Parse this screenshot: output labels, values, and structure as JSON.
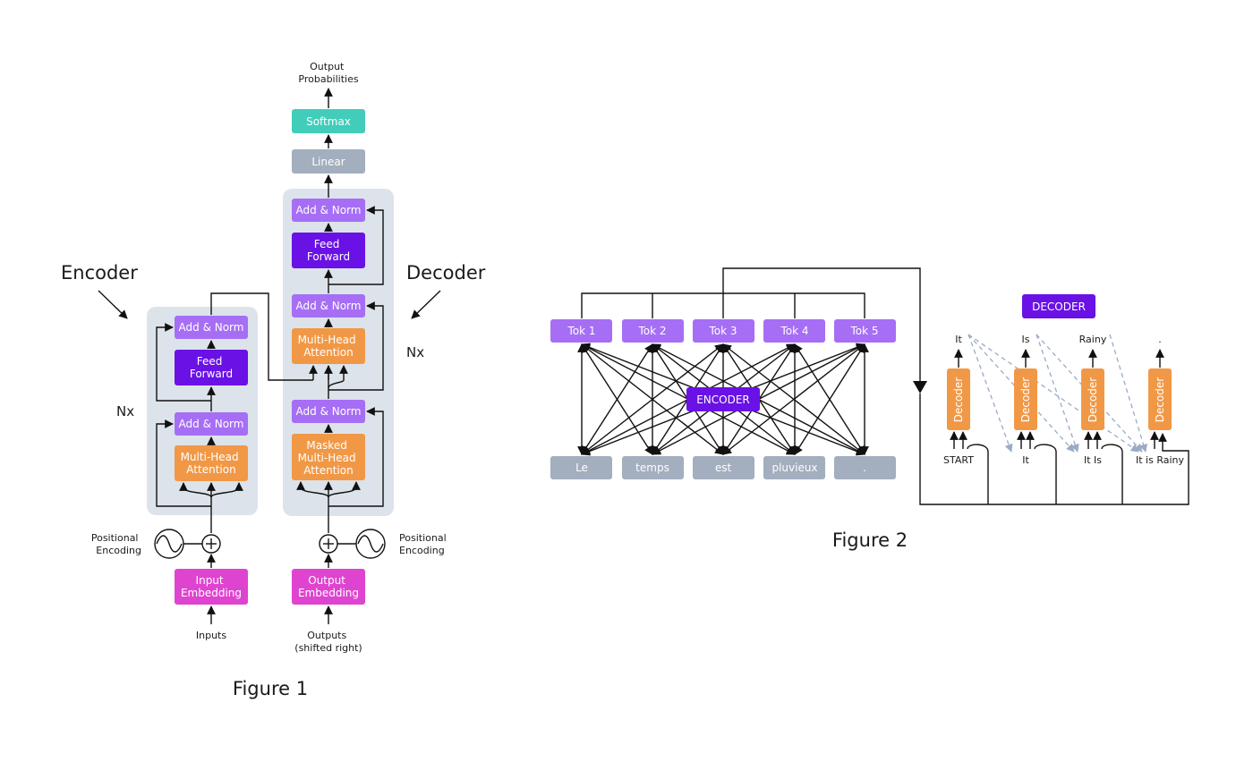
{
  "figure1": {
    "caption": "Figure 1",
    "encoder_label": "Encoder",
    "decoder_label": "Decoder",
    "enc_nx": "Nx",
    "dec_nx": "Nx",
    "output_probabilities": [
      "Output",
      "Probabilities"
    ],
    "softmax": "Softmax",
    "linear": "Linear",
    "dec_add_norm_top": "Add & Norm",
    "dec_feed_forward": [
      "Feed",
      "Forward"
    ],
    "dec_add_norm_mid": "Add & Norm",
    "dec_mha": [
      "Multi-Head",
      "Attention"
    ],
    "dec_add_norm_low": "Add & Norm",
    "dec_masked_mha": [
      "Masked",
      "Multi-Head",
      "Attention"
    ],
    "enc_add_norm_top": "Add & Norm",
    "enc_feed_forward": [
      "Feed",
      "Forward"
    ],
    "enc_add_norm_low": "Add & Norm",
    "enc_mha": [
      "Multi-Head",
      "Attention"
    ],
    "enc_positional": [
      "Positional",
      "Encoding"
    ],
    "dec_positional": [
      "Positional",
      "Encoding"
    ],
    "input_embedding": [
      "Input",
      "Embedding"
    ],
    "output_embedding": [
      "Output",
      "Embedding"
    ],
    "inputs": "Inputs",
    "outputs": [
      "Outputs",
      "(shifted right)"
    ]
  },
  "figure2": {
    "caption": "Figure 2",
    "tokens": [
      "Tok 1",
      "Tok 2",
      "Tok 3",
      "Tok 4",
      "Tok 5"
    ],
    "words": [
      "Le",
      "temps",
      "est",
      "pluvieux",
      "."
    ],
    "encoder": "ENCODER",
    "decoder_header": "DECODER",
    "decoder_block": "Decoder",
    "outputs": [
      "It",
      "Is",
      "Rainy",
      "."
    ],
    "inputs": [
      "START",
      "It",
      "It Is",
      "It is Rainy"
    ]
  },
  "colors": {
    "purple_light": "#a66ef5",
    "purple_dark": "#6a11e6",
    "orange": "#f19846",
    "gray": "#a3aebe",
    "teal": "#41cdb9",
    "magenta": "#de44cf",
    "panel": "#dde3ea"
  }
}
